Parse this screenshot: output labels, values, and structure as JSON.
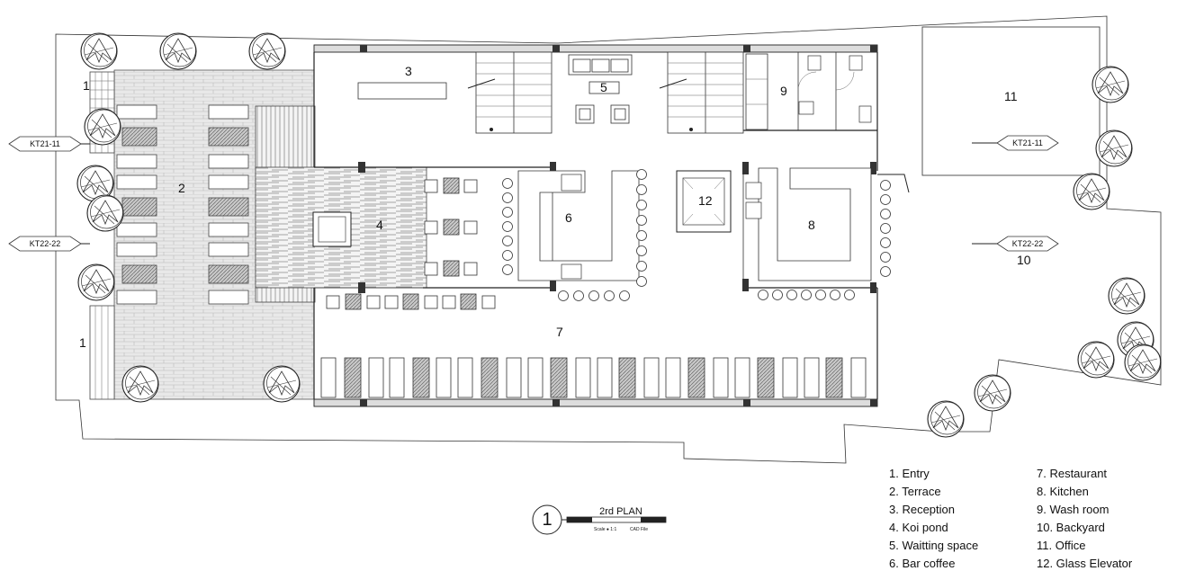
{
  "rooms": {
    "r1a": "1",
    "r1b": "1",
    "r2": "2",
    "r3": "3",
    "r4": "4",
    "r5": "5",
    "r6": "6",
    "r7": "7",
    "r8": "8",
    "r9": "9",
    "r10": "10",
    "r11": "11",
    "r12": "12"
  },
  "sections": {
    "kt21_left": "KT21-11",
    "kt22_left": "KT22-22",
    "kt21_right": "KT21-11",
    "kt22_right": "KT22-22"
  },
  "title_block": {
    "number": "1",
    "title": "2rd PLAN",
    "scale": "Scale ● 1:1",
    "file": "CAD File"
  },
  "legend": {
    "col1": [
      "1. Entry",
      "2. Terrace",
      "3. Reception",
      "4. Koi pond",
      "5. Waitting space",
      "6. Bar coffee"
    ],
    "col2": [
      "7. Restaurant",
      "8. Kitchen",
      "9. Wash room",
      "10. Backyard",
      "11. Office",
      "12. Glass Elevator"
    ]
  }
}
